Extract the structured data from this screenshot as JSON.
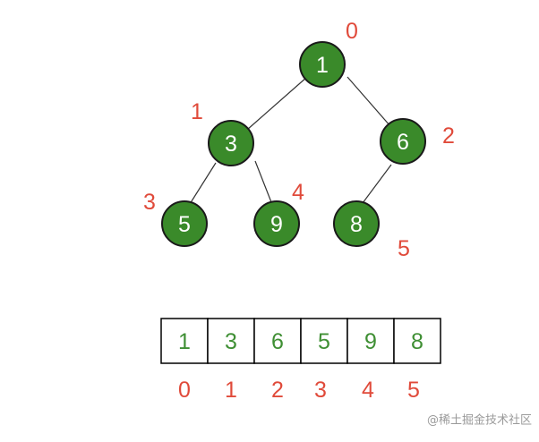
{
  "colors": {
    "node_fill": "#3a8a2a",
    "array_text": "#3f8f34",
    "index_text": "#e04a3a"
  },
  "tree": {
    "nodes": [
      {
        "value": "1",
        "index": "0"
      },
      {
        "value": "3",
        "index": "1"
      },
      {
        "value": "6",
        "index": "2"
      },
      {
        "value": "5",
        "index": "3"
      },
      {
        "value": "9",
        "index": "4"
      },
      {
        "value": "8",
        "index": "5"
      }
    ]
  },
  "array": {
    "values": [
      "1",
      "3",
      "6",
      "5",
      "9",
      "8"
    ],
    "indices": [
      "0",
      "1",
      "2",
      "3",
      "4",
      "5"
    ]
  },
  "watermark": "@稀土掘金技术社区"
}
